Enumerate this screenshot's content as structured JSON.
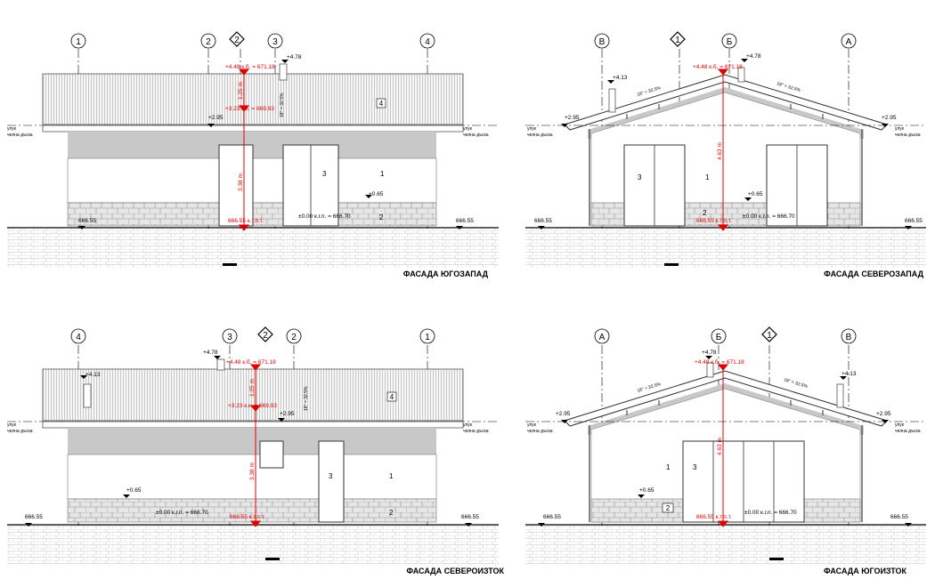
{
  "facades": [
    {
      "title": "ФАСАДА ЮГОЗАПАД",
      "axes": [
        "1",
        "2",
        "3",
        "4"
      ],
      "section_mark": "2",
      "levels": {
        "ground_left": "666.55",
        "ground_right": "666.55",
        "floor": "±0.00 к.г.п. = 666.70",
        "eave_left": "+2.95",
        "sill": "+0.65",
        "chimney": "+4.78"
      },
      "red": {
        "ridge": "+4.48 к.б. = 671.18",
        "ceiling": "+3.23 к.к. = 669.93",
        "bottom": "666.55 к.т.п.т.",
        "dim_upper": "1.25 m",
        "dim_lower": "3.38 m"
      },
      "roof_note": "18° = 32.5%",
      "side_notes": [
        "улук",
        "челна дъска"
      ],
      "tags": [
        "4",
        "3",
        "1",
        "2"
      ]
    },
    {
      "title": "ФАСАДА СЕВЕРОЗАПАД",
      "axes": [
        "В",
        "Б",
        "А"
      ],
      "section_mark": "1",
      "levels": {
        "ground_left": "666.55",
        "ground_right": "666.55",
        "floor": "±0.00 к.г.п. = 666.70",
        "eave_left": "+2.95",
        "eave_right": "+2.95",
        "sill": "+0.65",
        "chimney_left": "+4.13",
        "chimney_right": "+4.78"
      },
      "red": {
        "ridge": "+4.48 к.б. = 671.18",
        "bottom": "666.55 к.т.п.т.",
        "dim": "4.63 m"
      },
      "roof_notes": [
        "18° = 32.5%",
        "18° = 32.5%"
      ],
      "side_notes_left": [
        "улук",
        "челна дъска"
      ],
      "side_notes_right": [
        "улук",
        "челна дъска"
      ],
      "tags": [
        "3",
        "1",
        "2"
      ]
    },
    {
      "title": "ФАСАДА СЕВЕРОИЗТОК",
      "axes": [
        "4",
        "3",
        "2",
        "1"
      ],
      "section_mark": "2",
      "levels": {
        "ground_left": "666.55",
        "ground_right": "666.55",
        "floor": "±0.00 к.г.п. = 666.70",
        "eave_right": "+2.95",
        "sill": "+0.65",
        "chimney_left": "+4.13",
        "chimney_right": "+4.78"
      },
      "red": {
        "ridge": "+4.48 к.б. = 671.18",
        "ceiling": "+3.23 к.к. = 669.93",
        "bottom": "666.55 к.т.п.т.",
        "dim_upper": "1.25 m",
        "dim_lower": "3.38 m"
      },
      "roof_note": "18° = 32.5%",
      "side_notes": [
        "улук",
        "челна дъска"
      ],
      "tags": [
        "4",
        "3",
        "1",
        "2"
      ]
    },
    {
      "title": "ФАСАДА ЮГОИЗТОК",
      "axes": [
        "А",
        "Б",
        "В"
      ],
      "section_mark": "1",
      "levels": {
        "ground_left": "666.55",
        "ground_right": "666.55",
        "floor": "±0.00 к.г.п. = 666.70",
        "eave_left": "+2.95",
        "eave_right": "+2.95",
        "sill": "+0.65",
        "chimney_left": "+4.78",
        "chimney_right": "+4.13"
      },
      "red": {
        "ridge": "+4.48 к.б. = 671.18",
        "bottom": "666.55 к.т.п.т.",
        "dim": "4.63 m"
      },
      "roof_notes": [
        "18° = 32.5%",
        "18° = 32.5%"
      ],
      "side_notes_left": [
        "улук",
        "челна дъска"
      ],
      "side_notes_right": [
        "улук",
        "челна дъска"
      ],
      "tags": [
        "1",
        "3",
        "2"
      ]
    }
  ],
  "colors": {
    "line": "#000000",
    "dimension": "#e00000",
    "roof": "#f4f4f4",
    "wall": "#ffffff",
    "soffit": "#c8c8c8",
    "stone": "#d8d8d8",
    "ground_hatch": "#bdbdbd"
  }
}
